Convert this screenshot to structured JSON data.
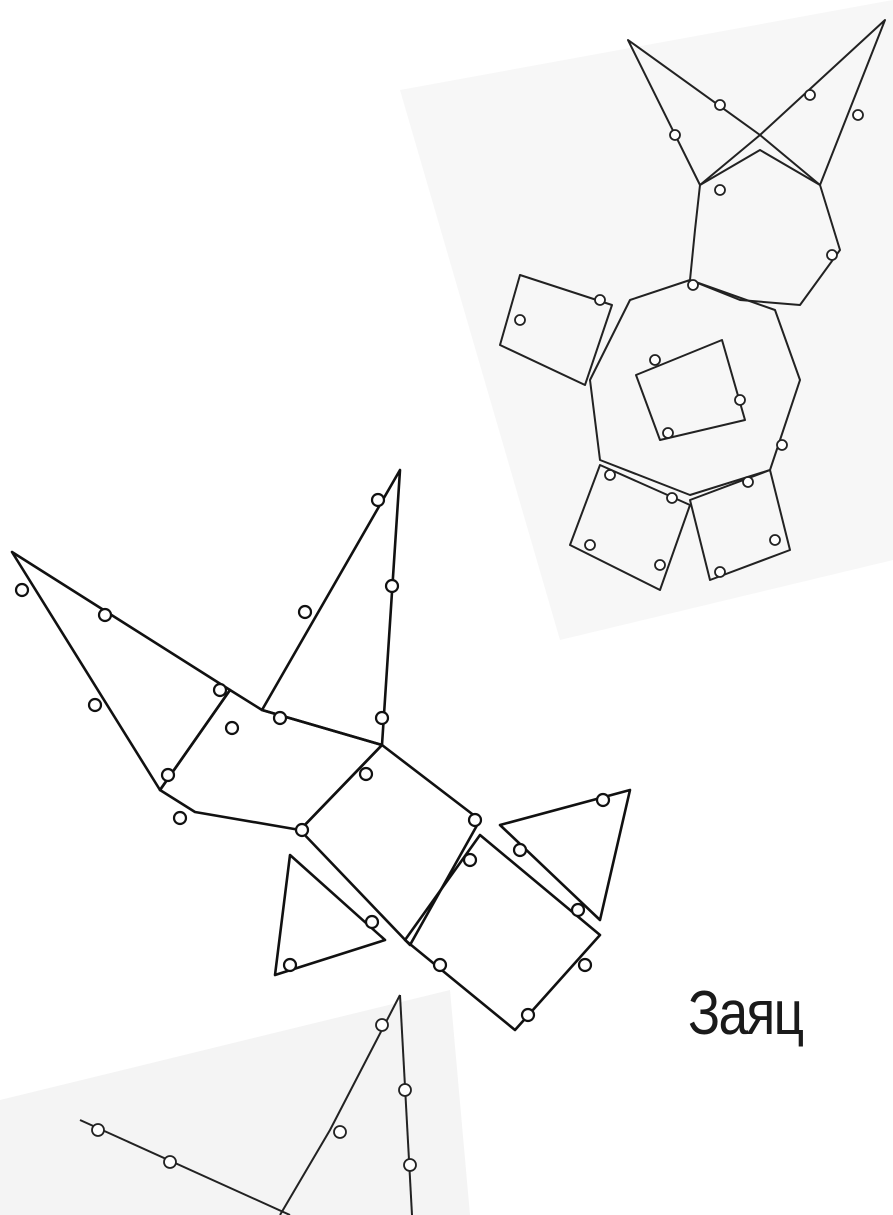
{
  "caption": {
    "text": "Заяц"
  },
  "colors": {
    "ink": "#111111",
    "paper": "#ffffff",
    "shadow": "#f2f2f2"
  },
  "figures": [
    {
      "name": "assembled-figure",
      "icon": "tangram-rabbit-outline"
    },
    {
      "name": "construction-pattern",
      "icon": "tangram-pieces-outline"
    },
    {
      "name": "partial-pattern",
      "icon": "tangram-fragment-outline"
    }
  ]
}
